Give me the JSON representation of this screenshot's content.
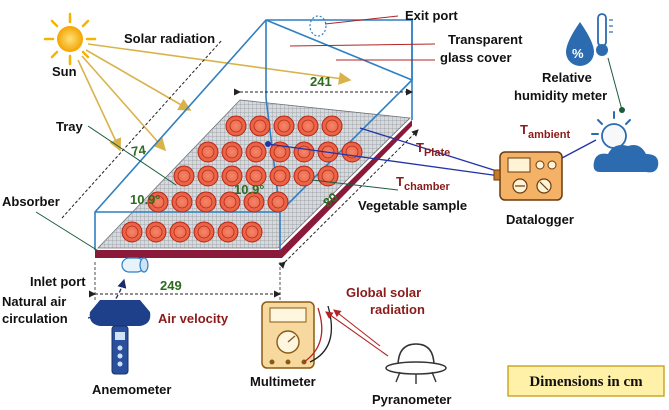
{
  "labels": {
    "sun": "Sun",
    "solar_radiation": "Solar radiation",
    "exit_port": "Exit port",
    "cover_line1": "Transparent",
    "cover_line2": "glass cover",
    "rh_line1": "Relative",
    "rh_line2": "humidity meter",
    "t_ambient_main": "T",
    "t_ambient_sub": "ambient",
    "tray": "Tray",
    "t_plate_main": "T",
    "t_plate_sub": "Plate",
    "t_chamber_main": "T",
    "t_chamber_sub": "chamber",
    "absorber": "Absorber",
    "vegetable_sample": "Vegetable sample",
    "datalogger": "Datalogger",
    "inlet_port": "Inlet port",
    "natural_air_line1": "Natural  air",
    "natural_air_line2": "circulation",
    "air_velocity": "Air velocity",
    "global_line1": "Global solar",
    "global_line2": "radiation",
    "anemometer": "Anemometer",
    "multimeter": "Multimeter",
    "pyranometer": "Pyranometer",
    "dimensions_box": "Dimensions in cm"
  },
  "dimensions": {
    "top_length": "241",
    "height": "74",
    "angle_left": "10.9°",
    "angle_center": "10.9°",
    "width": "80",
    "bottom_length": "249"
  },
  "colors": {
    "glass_edge": "#2f7fc1",
    "absorber": "#8b1a3a",
    "sample_fill": "#ef6a4a",
    "sample_ring": "#b5281c",
    "tray_grid": "#9aa0a6",
    "label_red": "#8b1a1a",
    "dim_green": "#2e6b1f",
    "sun": "#f4b400",
    "solar_ray": "#d9b34a",
    "dim_box_bg": "#fff1a8"
  }
}
